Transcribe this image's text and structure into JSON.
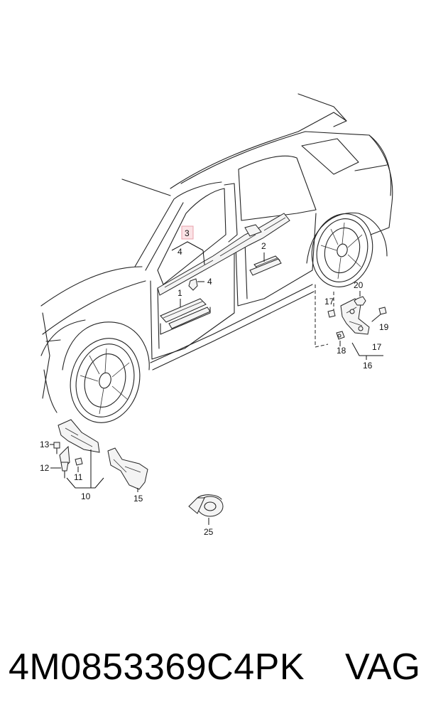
{
  "labels": {
    "l1": "1",
    "l2": "2",
    "l3": "3",
    "l4a": "4",
    "l4b": "4",
    "l10": "10",
    "l11": "11",
    "l12": "12",
    "l13": "13",
    "l15": "15",
    "l16": "16",
    "l17a": "17",
    "l17b": "17",
    "l18": "18",
    "l19": "19",
    "l20": "20",
    "l25": "25"
  },
  "footer": {
    "part_number": "4M0853369C4PK",
    "brand": "VAG"
  },
  "colors": {
    "highlight_fill": "#fbe3e6",
    "highlight_stroke": "#e8a0ab",
    "line": "#222222"
  }
}
